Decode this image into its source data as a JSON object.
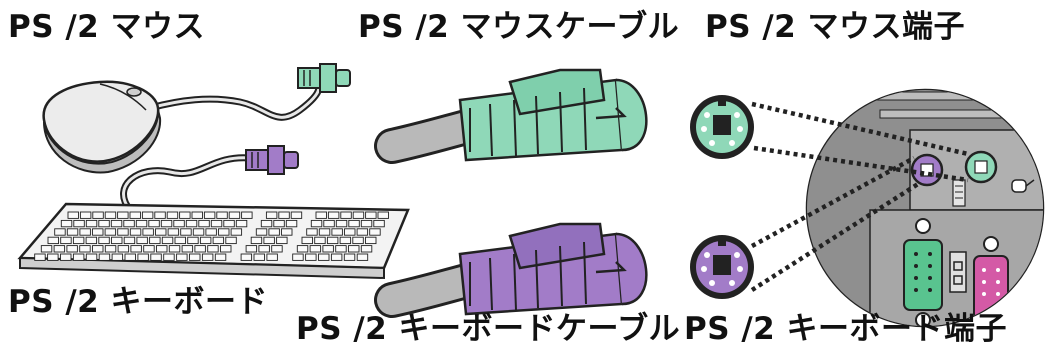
{
  "labels": {
    "mouse": "PS /2 マウス",
    "mouse_cable": "PS /2 マウスケーブル",
    "mouse_port": "PS /2 マウス端子",
    "keyboard": "PS /2 キーボード",
    "keyboard_cable": "PS /2 キーボードケーブル",
    "keyboard_port": "PS /2 キーボード端子"
  },
  "colors": {
    "mouse_green": "#8fd8b8",
    "keyboard_purple": "#a27cc8",
    "connector_pink": "#d45aa6",
    "panel_gray": "#9a9a9a",
    "cable_gray": "#c9c9c9"
  },
  "icons": {
    "port_mouse_symbol": "mouse-symbol-icon",
    "port_keyboard_symbol": "keyboard-symbol-icon"
  }
}
